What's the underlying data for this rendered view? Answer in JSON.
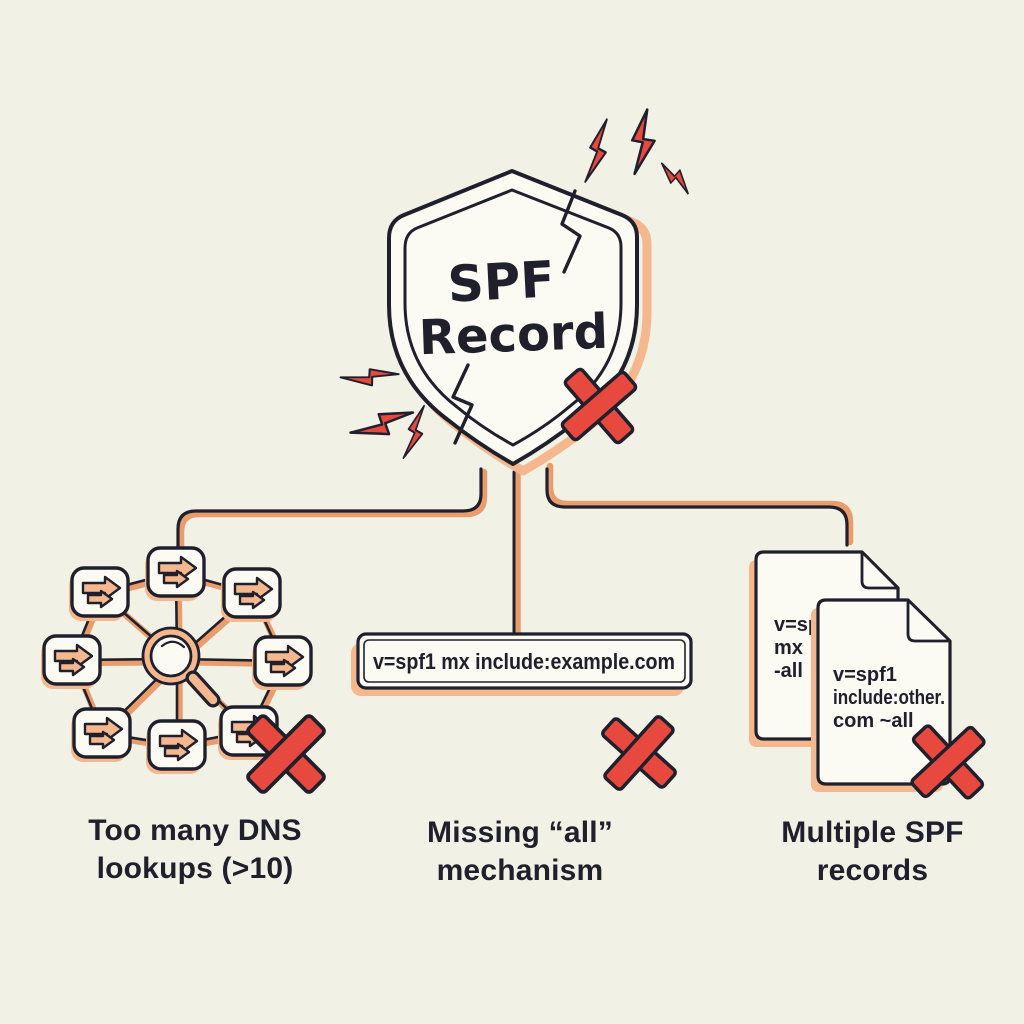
{
  "colors": {
    "background": "#f2f1e6",
    "paper": "#fbfaf3",
    "ink": "#20202d",
    "orange": "#e99d6c",
    "orange_light": "#f4b78e",
    "red": "#e7493e"
  },
  "icons": {
    "shield": "broken-shield-icon",
    "lightning": "lightning-bolt-icon",
    "error": "x-mark-icon",
    "magnifier": "magnifier-icon",
    "dns_node": "double-arrow-icon",
    "document": "document-icon"
  },
  "shield": {
    "line1": "SPF",
    "line2": "Record"
  },
  "branches": {
    "dns": {
      "label": "Too many DNS\nlookups (>10)"
    },
    "missing_all": {
      "label": "Missing “all”\nmechanism",
      "record": "v=spf1 mx include:example.com"
    },
    "multiple": {
      "label": "Multiple SPF\nrecords",
      "back_doc": {
        "lines": [
          "v=sp",
          "mx",
          "-all"
        ]
      },
      "front_doc": {
        "lines": [
          "v=spf1",
          "include:other.",
          "com ~all"
        ]
      }
    }
  }
}
